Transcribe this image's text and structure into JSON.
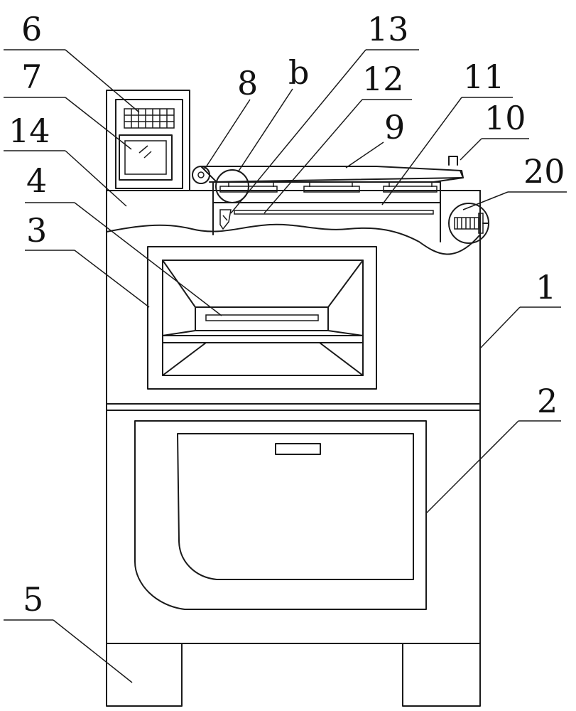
{
  "figure": {
    "labels": {
      "l1": "1",
      "l2": "2",
      "l3": "3",
      "l4": "4",
      "l5": "5",
      "l6": "6",
      "l7": "7",
      "l8": "8",
      "l9": "9",
      "l10": "10",
      "l11": "11",
      "l12": "12",
      "l13": "13",
      "l14": "14",
      "l20": "20",
      "lb": "b"
    }
  }
}
